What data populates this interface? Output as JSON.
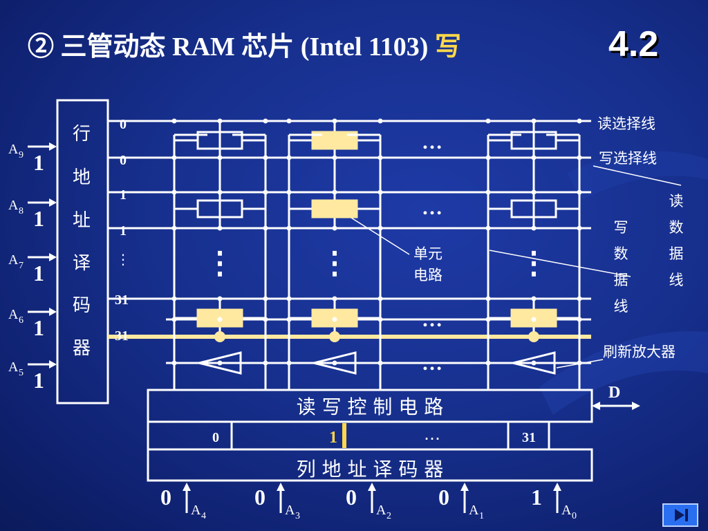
{
  "title": {
    "prefix": "② 三管动态 RAM 芯片 (Intel 1103) ",
    "highlight": "写"
  },
  "section_number": "4.2",
  "row_decoder": {
    "chars": [
      "行",
      "地",
      "址",
      "译",
      "码",
      "器"
    ]
  },
  "address_inputs": [
    {
      "name": "A",
      "sub": "9",
      "value": "1"
    },
    {
      "name": "A",
      "sub": "8",
      "value": "1"
    },
    {
      "name": "A",
      "sub": "7",
      "value": "1"
    },
    {
      "name": "A",
      "sub": "6",
      "value": "1"
    },
    {
      "name": "A",
      "sub": "5",
      "value": "1"
    }
  ],
  "row_numbers": [
    "0",
    "0",
    "1",
    "1",
    "⋮",
    "31",
    "31"
  ],
  "right_labels": {
    "read_select": "读选择线",
    "write_select": "写选择线",
    "read_data": [
      "读",
      "数",
      "据",
      "线"
    ],
    "write_data": [
      "写",
      "数",
      "据",
      "线"
    ],
    "unit_circuit": [
      "单元",
      "电路"
    ],
    "refresh_amp": "刷新放大器",
    "data_pin": "D"
  },
  "rw_control": "读 写 控 制 电 路",
  "column_numbers": [
    "0",
    "1",
    "…",
    "31"
  ],
  "column_decoder": "列 地 址 译 码 器",
  "column_inputs": [
    {
      "value": "0",
      "name": "A",
      "sub": "4"
    },
    {
      "value": "0",
      "name": "A",
      "sub": "3"
    },
    {
      "value": "0",
      "name": "A",
      "sub": "2"
    },
    {
      "value": "0",
      "name": "A",
      "sub": "1"
    },
    {
      "value": "1",
      "name": "A",
      "sub": "0"
    }
  ],
  "ellipsis": "…",
  "vdots": "⋮",
  "colors": {
    "highlight": "#ffd84a",
    "cell_active": "#ffe9a0",
    "line": "#ffffff",
    "background": "#17308e"
  }
}
